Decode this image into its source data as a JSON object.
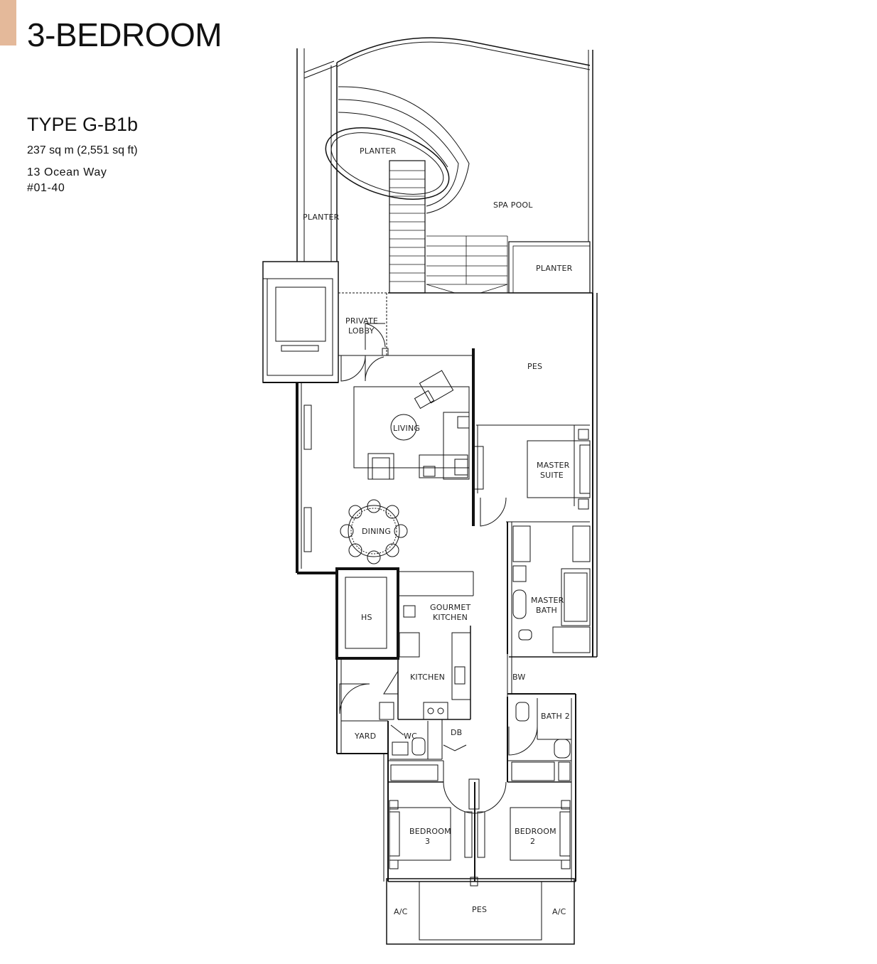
{
  "header": {
    "title": "3-BEDROOM",
    "accent_color": "#e4b99a"
  },
  "unit": {
    "type": "TYPE G-B1b",
    "area": "237 sq m (2,551 sq ft)",
    "address": "13 Ocean Way",
    "number": "#01-40"
  },
  "rooms": {
    "planter_top": "PLANTER",
    "planter_left": "PLANTER",
    "spa_pool": "SPA POOL",
    "planter_right": "PLANTER",
    "private_lobby_1": "PRIVATE",
    "private_lobby_2": "LOBBY",
    "pes_top": "PES",
    "living": "LIVING",
    "master_suite_1": "MASTER",
    "master_suite_2": "SUITE",
    "dining": "DINING",
    "master_bath_1": "MASTER",
    "master_bath_2": "BATH",
    "hs": "HS",
    "gourmet_kitchen_1": "GOURMET",
    "gourmet_kitchen_2": "KITCHEN",
    "kitchen": "KITCHEN",
    "bw": "BW",
    "bath2": "BATH 2",
    "yard": "YARD",
    "wc": "WC",
    "db": "DB",
    "bedroom3_1": "BEDROOM",
    "bedroom3_2": "3",
    "bedroom2_1": "BEDROOM",
    "bedroom2_2": "2",
    "ac_left": "A/C",
    "pes_bottom": "PES",
    "ac_right": "A/C"
  },
  "colors": {
    "wall": "#111111",
    "background": "#ffffff"
  }
}
